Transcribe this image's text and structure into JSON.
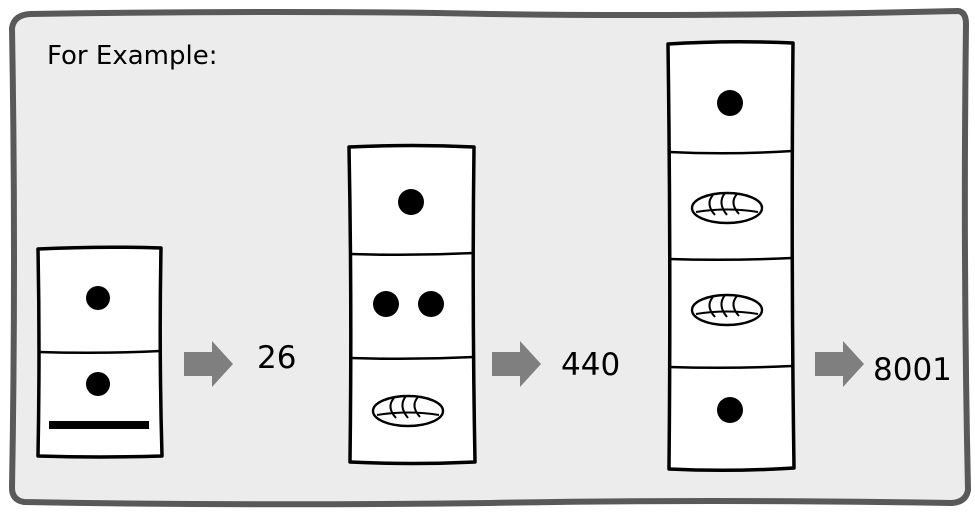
{
  "title": "For Example:",
  "colors": {
    "panel_fill": "#ececec",
    "panel_border": "#595959",
    "arrow": "#7f7f7f",
    "ink": "#000000"
  },
  "examples": [
    {
      "result": "26",
      "levels": [
        {
          "value": 1,
          "glyph": "dot"
        },
        {
          "value": 6,
          "glyph": "dot-over-bar"
        }
      ]
    },
    {
      "result": "440",
      "levels": [
        {
          "value": 1,
          "glyph": "dot"
        },
        {
          "value": 2,
          "glyph": "two-dots"
        },
        {
          "value": 0,
          "glyph": "shell"
        }
      ]
    },
    {
      "result": "8001",
      "levels": [
        {
          "value": 1,
          "glyph": "dot"
        },
        {
          "value": 0,
          "glyph": "shell"
        },
        {
          "value": 0,
          "glyph": "shell"
        },
        {
          "value": 1,
          "glyph": "dot"
        }
      ]
    }
  ]
}
